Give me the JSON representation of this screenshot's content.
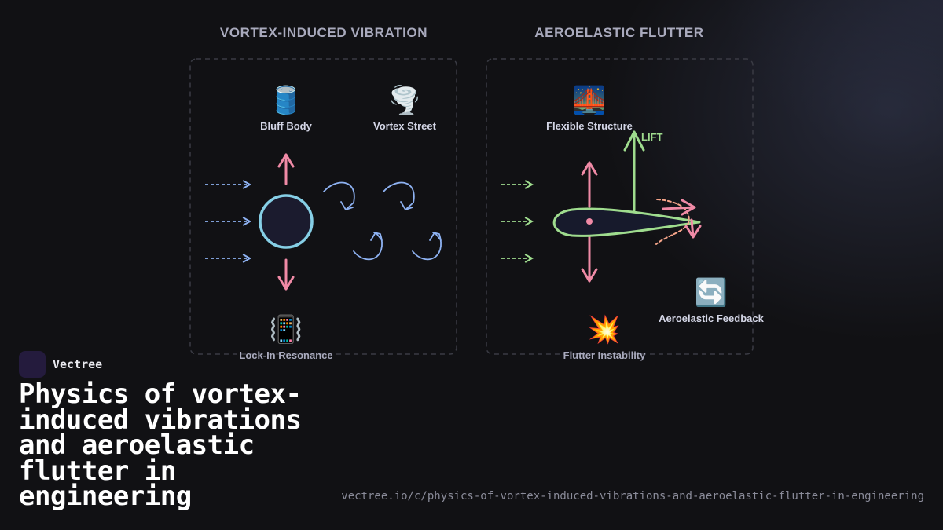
{
  "panels": [
    {
      "title": "VORTEX-INDUCED VIBRATION",
      "nodes": [
        {
          "label": "Bluff Body",
          "icon": "🛢️"
        },
        {
          "label": "Vortex Street",
          "icon": "🌪️"
        },
        {
          "label": "Lock-In Resonance",
          "icon": "📳"
        }
      ]
    },
    {
      "title": "AEROELASTIC FLUTTER",
      "nodes": [
        {
          "label": "Flexible Structure",
          "icon": "🌉"
        },
        {
          "label": "Aeroelastic Feedback",
          "icon": "🔄"
        },
        {
          "label": "Flutter Instability",
          "icon": "💥"
        }
      ],
      "lift_label": "LIFT"
    }
  ],
  "brand": {
    "name": "Vectree"
  },
  "title": "Physics of vortex-induced vibrations and aeroelastic flutter in engineering",
  "url": "vectree.io/c/physics-of-vortex-induced-vibrations-and-aeroelastic-flutter-in-engineering",
  "colors": {
    "flow_blue": "#8eb2f2",
    "force_pink": "#f08aa6",
    "lift_green": "#9fdc8e",
    "cylinder_stroke": "#86cfe6",
    "feedback_orange": "#f6a58a",
    "panel_border": "#3a3b44"
  }
}
